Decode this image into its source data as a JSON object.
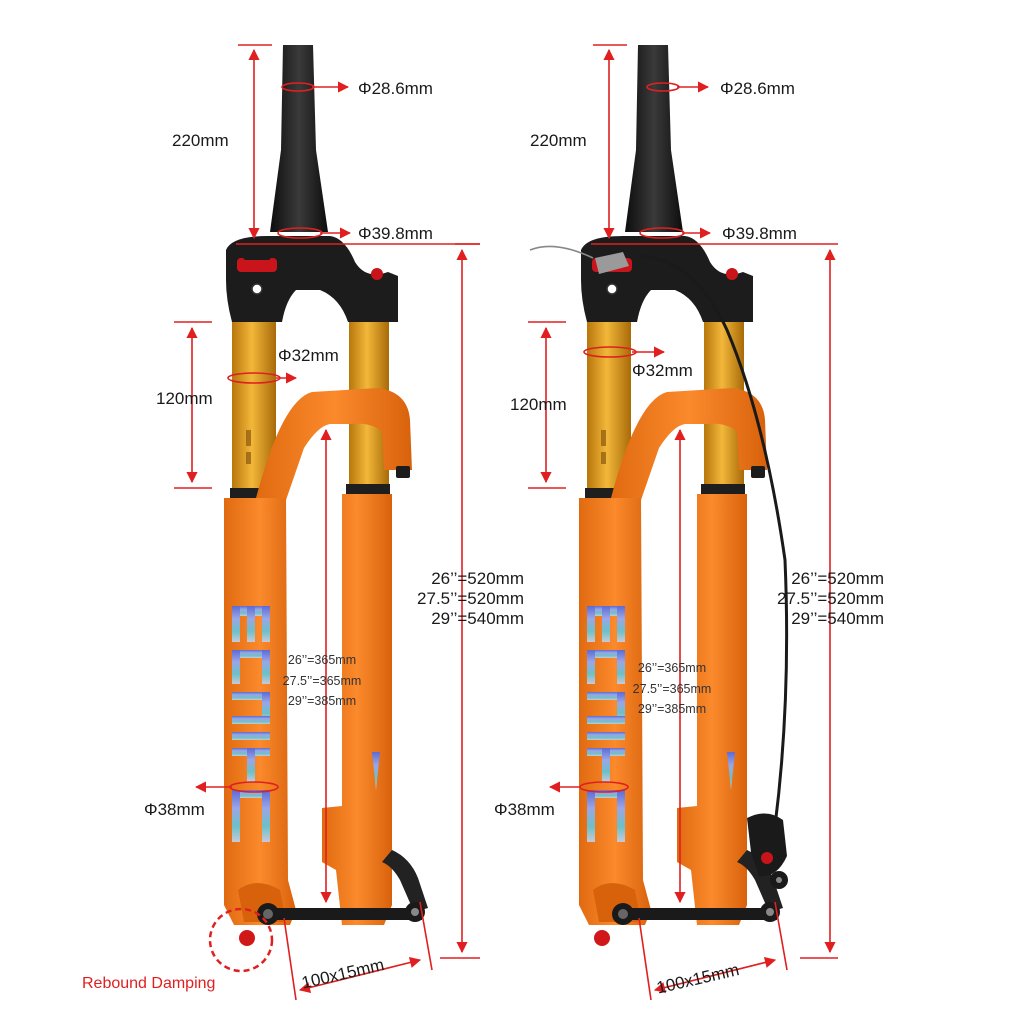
{
  "colors": {
    "fork_orange": "#f07a1e",
    "stanchion_gold": "#e8a020",
    "crown_black": "#1c1c1c",
    "dimension_red": "#e02020",
    "label_text": "#1a1a1a"
  },
  "logo_text": "MANITU",
  "left_fork": {
    "steerer_top_diameter": "Φ28.6mm",
    "steerer_bottom_diameter": "Φ39.8mm",
    "steerer_length": "220mm",
    "stanchion_diameter": "Φ32mm",
    "travel": "120mm",
    "lower_leg_diameter": "Φ38mm",
    "axle_size": "100x15mm",
    "overall_length": [
      "26’’=520mm",
      "27.5’’=520mm",
      "29’’=540mm"
    ],
    "axle_to_crown": [
      "26’’=365mm",
      "27.5’’=365mm",
      "29’’=385mm"
    ],
    "rebound_label": "Rebound Damping"
  },
  "right_fork": {
    "steerer_top_diameter": "Φ28.6mm",
    "steerer_bottom_diameter": "Φ39.8mm",
    "steerer_length": "220mm",
    "stanchion_diameter": "Φ32mm",
    "travel": "120mm",
    "lower_leg_diameter": "Φ38mm",
    "axle_size": "100x15mm",
    "overall_length": [
      "26’’=520mm",
      "27.5’’=520mm",
      "29’’=540mm"
    ],
    "axle_to_crown": [
      "26’’=365mm",
      "27.5’’=365mm",
      "29’’=385mm"
    ]
  }
}
